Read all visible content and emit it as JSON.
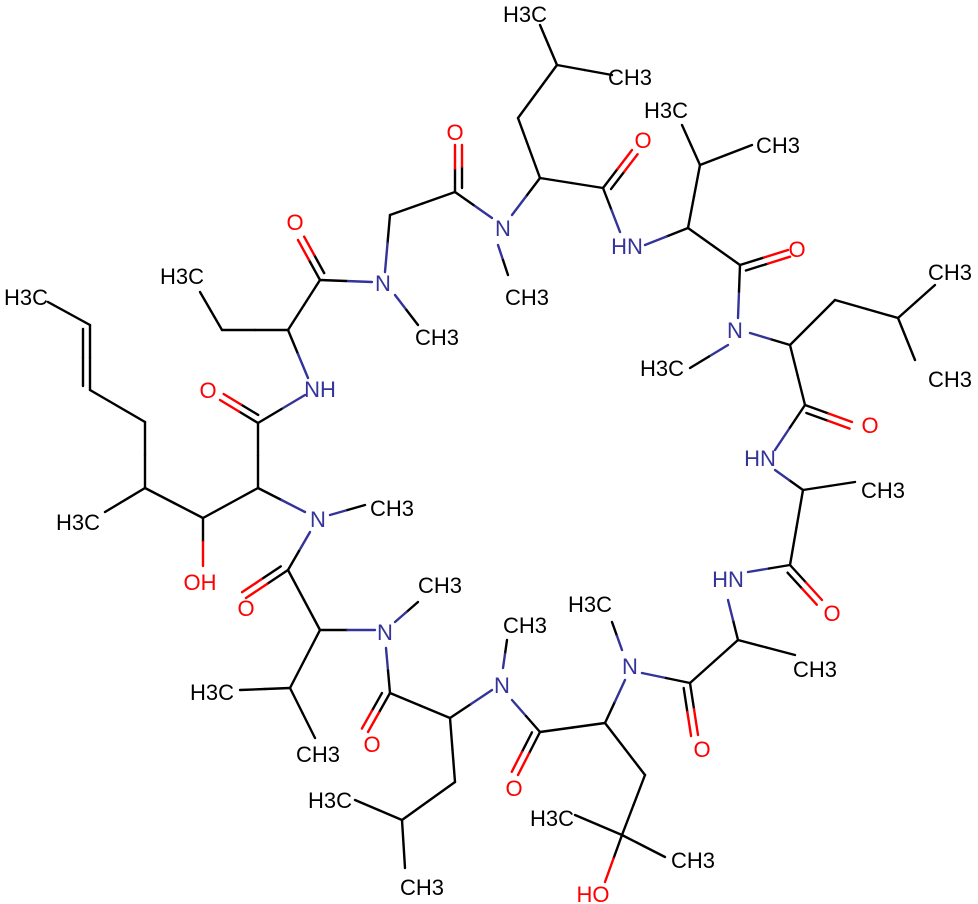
{
  "title": "Cyclic peptide structural formula",
  "colors": {
    "carbon": "#000000",
    "nitrogen": "#33339a",
    "oxygen": "#ff0000"
  },
  "atom_labels": [
    "H3C",
    "CH3",
    "O",
    "O",
    "N",
    "CH3",
    "HN",
    "H3C",
    "CH3",
    "O",
    "CH3",
    "N",
    "H3C",
    "CH3",
    "O",
    "HN",
    "CH3",
    "HN",
    "O",
    "CH3",
    "N",
    "H3C",
    "O",
    "H3C",
    "CH3",
    "HO",
    "N",
    "CH3",
    "O",
    "N",
    "CH3",
    "O",
    "H3C",
    "CH3",
    "H3C",
    "CH3",
    "O",
    "OH",
    "N",
    "CH3",
    "H3C",
    "H3C",
    "O",
    "NH",
    "H3C",
    "O",
    "N",
    "CH3"
  ]
}
